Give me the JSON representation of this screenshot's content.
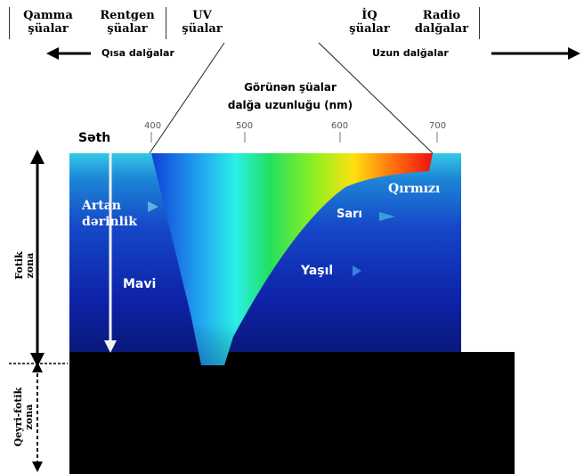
{
  "spectrum": {
    "bands": [
      "Qamma\nşüalar",
      "Rentgen\nşüalar",
      "UV\nşüalar",
      "İQ\nşüalar",
      "Radio\ndalğalar"
    ],
    "short_waves": "Qısa dalğalar",
    "long_waves": "Uzun dalğalar",
    "visible_title_1": "Görünən şüalar",
    "visible_title_2": "dalğa uzunluğu (nm)",
    "ticks": [
      "400",
      "500",
      "600",
      "700"
    ]
  },
  "ocean": {
    "surface": "Səth",
    "depth_1": "Artan",
    "depth_2": "dərinlik",
    "colors": {
      "red": "Qırmızı",
      "yellow": "Sarı",
      "green": "Yaşıl",
      "blue": "Mavi"
    }
  },
  "zones": {
    "photic_1": "Fotik",
    "photic_2": "zona",
    "aphotic_1": "Qeyri-fotik",
    "aphotic_2": "zona"
  }
}
